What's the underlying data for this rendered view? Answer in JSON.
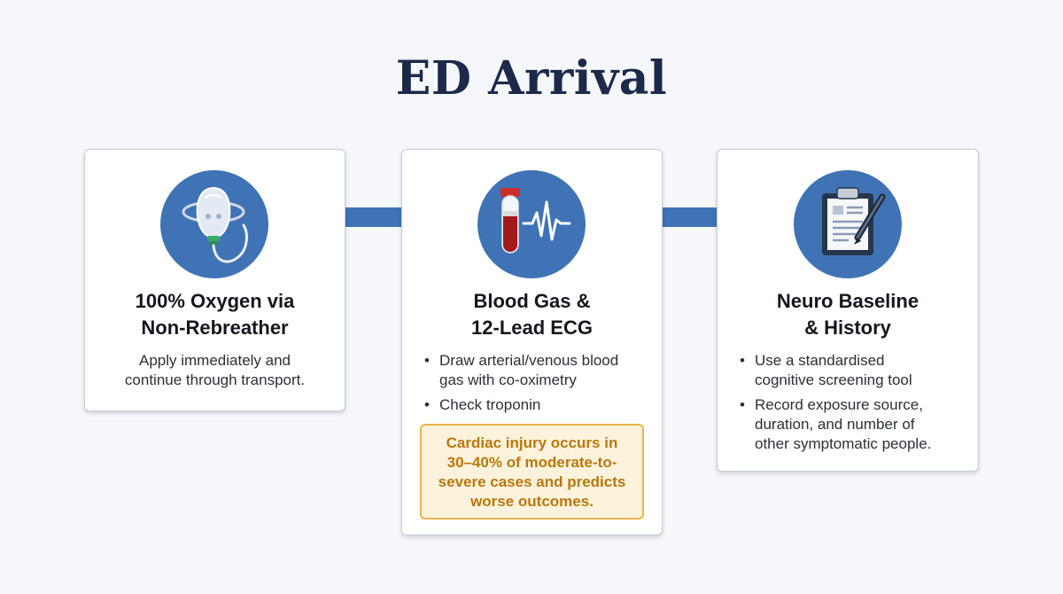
{
  "title": "ED Arrival",
  "colors": {
    "accent_blue": "#3f73b5",
    "title_navy": "#1c2a4a",
    "callout_text": "#b9770d",
    "callout_border": "#e9b44a",
    "callout_bg": "#fdf3dc"
  },
  "steps": [
    {
      "icon": "oxygen-mask-icon",
      "title_lines": [
        "100% Oxygen via",
        "Non-Rebreather"
      ],
      "description_lines": [
        "Apply immediately and",
        "continue through transport."
      ]
    },
    {
      "icon": "blood-tube-ecg-icon",
      "title_lines": [
        "Blood Gas &",
        "12-Lead ECG"
      ],
      "bullets": [
        {
          "lines": [
            "Draw arterial/venous blood",
            "gas with co-oximetry"
          ]
        },
        {
          "lines": [
            "Check troponin"
          ]
        }
      ],
      "callout_lines": [
        "Cardiac injury occurs in",
        "30–40% of moderate-to-",
        "severe cases and predicts",
        "worse outcomes."
      ]
    },
    {
      "icon": "clipboard-pen-icon",
      "title_lines": [
        "Neuro Baseline",
        "& History"
      ],
      "bullets": [
        {
          "lines": [
            "Use a standardised",
            "cognitive screening tool"
          ]
        },
        {
          "lines": [
            "Record exposure source,",
            "duration, and number of",
            "other symptomatic people."
          ]
        }
      ]
    }
  ]
}
